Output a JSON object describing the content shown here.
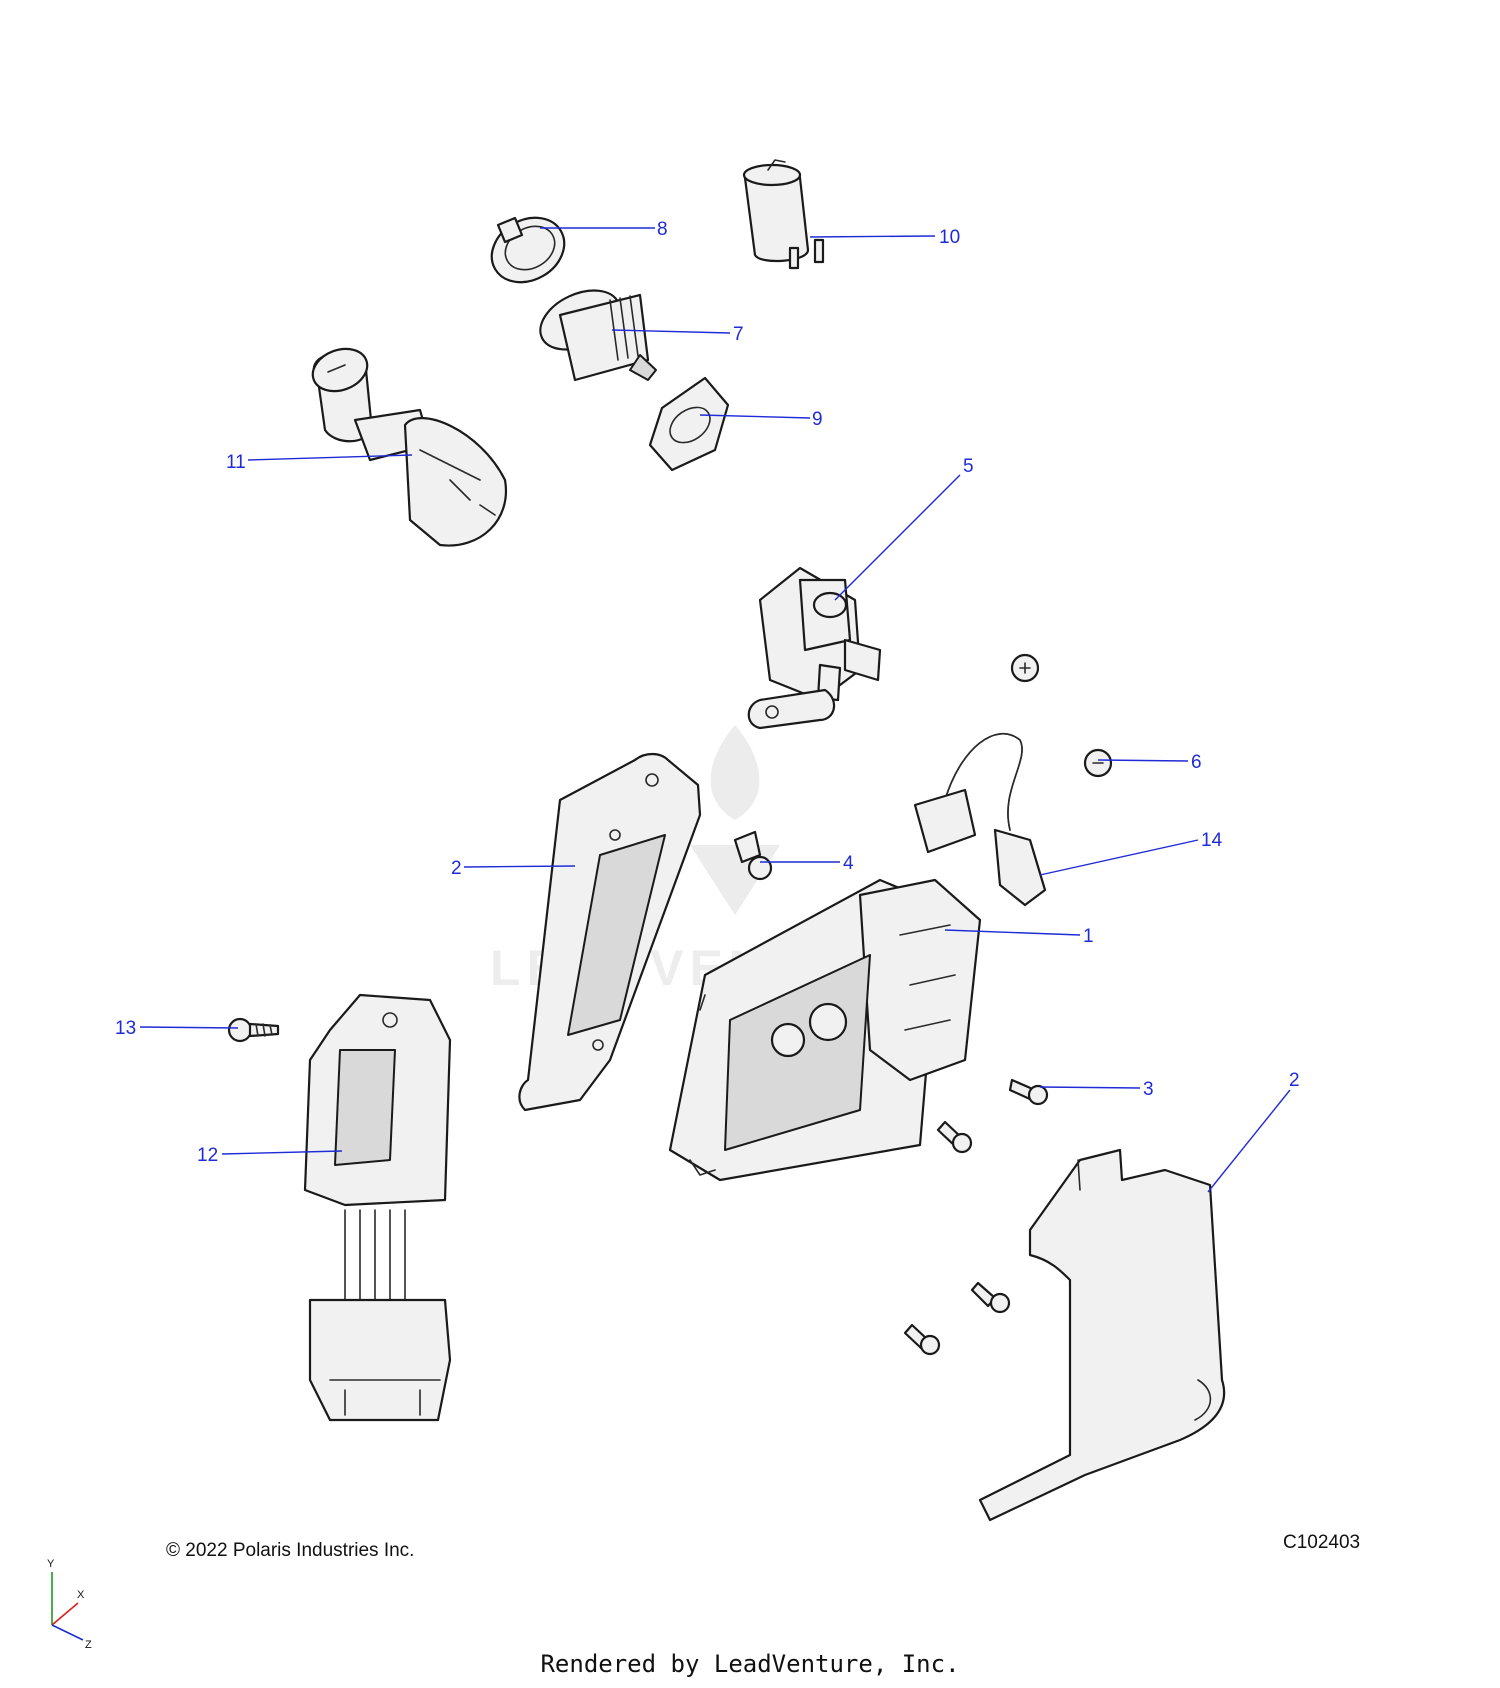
{
  "callouts": [
    {
      "id": "1",
      "label": "1"
    },
    {
      "id": "2a",
      "label": "2"
    },
    {
      "id": "2b",
      "label": "2"
    },
    {
      "id": "3",
      "label": "3"
    },
    {
      "id": "4",
      "label": "4"
    },
    {
      "id": "5",
      "label": "5"
    },
    {
      "id": "6",
      "label": "6"
    },
    {
      "id": "7",
      "label": "7"
    },
    {
      "id": "8",
      "label": "8"
    },
    {
      "id": "9",
      "label": "9"
    },
    {
      "id": "10",
      "label": "10"
    },
    {
      "id": "11",
      "label": "11"
    },
    {
      "id": "12",
      "label": "12"
    },
    {
      "id": "13",
      "label": "13"
    },
    {
      "id": "14",
      "label": "14"
    }
  ],
  "watermark": {
    "text": "LEADVENTURE"
  },
  "footer": {
    "copyright": "© 2022 Polaris Industries Inc.",
    "reference_code": "C102403",
    "rendered_by": "Rendered by LeadVenture, Inc."
  },
  "axes": {
    "y": "Y",
    "x": "X",
    "z": "Z"
  },
  "colors": {
    "callout": "#1f2bd6",
    "part_fill": "#f1f1f1",
    "outline": "#1a1a1a"
  }
}
